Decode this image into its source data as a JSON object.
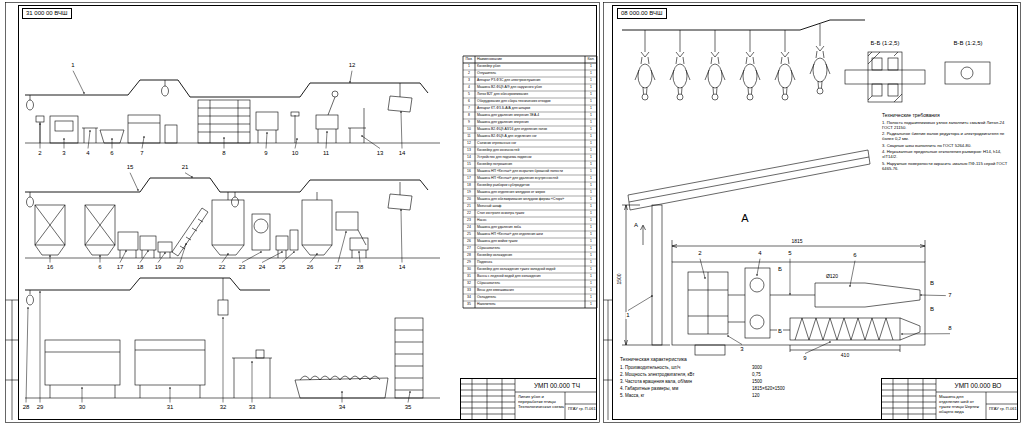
{
  "diagram": {
    "nodes": [
      {
        "text": [
          "31 000 00 ВЧШ"
        ]
      },
      {
        "text": [
          "УМП 00.000 ТЧ",
          "Линия убоя и переработки птицы Технологическая схема",
          "ПГАУ гр. П-061"
        ]
      },
      {
        "text": [
          "08 000.00 ВЧШ"
        ]
      },
      {
        "text": [
          "УМП 00.000 ВО",
          "Машина для отделения шей от тушек птицы Чертеж общего вида",
          "ПГАУ гр. П-061"
        ]
      }
    ],
    "labels": [
      "1",
      "12",
      "2",
      "3",
      "4",
      "6",
      "7",
      "8",
      "9",
      "10",
      "11",
      "13",
      "14",
      "15",
      "21",
      "16",
      "6",
      "17",
      "18",
      "19",
      "20",
      "22",
      "23",
      "24",
      "25",
      "26",
      "27",
      "28",
      "14",
      "28",
      "29",
      "30",
      "31",
      "32",
      "33",
      "34",
      "35",
      "Поз.",
      "Наименование",
      "Кол.",
      "1",
      "Конвейер убоя",
      "1",
      "2",
      "Оглушитель",
      "1",
      "3",
      "Аппарат РЗ-ФЗС для электрооглушения",
      "1",
      "4",
      "Машина В2-ФЦ9-А/9 для наружного убоя",
      "1",
      "5",
      "Лоток В2Г для обескровливания",
      "1",
      "6",
      "Оборудование для сбора технических отходов",
      "1",
      "7",
      "Аппарат КТ-ФЗ-Б-А/А для шпарки",
      "1",
      "8",
      "Машина для удаления оперения ЗЕА-4",
      "1",
      "9",
      "Машина для удаления оперения",
      "1",
      "10",
      "Машина В2-ФЦ9-А3/16 для отделения голов",
      "1",
      "11",
      "Машина В2-ФЦ9-А для отделения ног",
      "1",
      "12",
      "Съемник отрезанных ног",
      "1",
      "13",
      "Конвейер для конечностей",
      "1",
      "14",
      "Устройство для подъема подвесок",
      "1",
      "15",
      "Конвейер потрошения",
      "1",
      "16",
      "Машина НП «Кентак» для вскрытия брюшной полости",
      "1",
      "17",
      "Машина НП «Кентак» для удаления внутренностей",
      "1",
      "18",
      "Конвейер разборки субпродуктов",
      "1",
      "19",
      "Машина для отделения желудков от жиров",
      "1",
      "20",
      "Машина для обезжиривания желудков фирмы «Сторк»",
      "1",
      "21",
      "Моечный шкаф",
      "1",
      "22",
      "Стол контроля осмотра тушек",
      "1",
      "23",
      "Насос",
      "1",
      "24",
      "Машина для удаления зоба",
      "1",
      "25",
      "Машина НП «Кентак» для отделения шеи",
      "1",
      "26",
      "Машина для мойки тушек",
      "1",
      "27",
      "Сбрасыватель",
      "1",
      "28",
      "Конвейер охлаждения",
      "1",
      "29",
      "Подвеска",
      "1",
      "30",
      "Конвейер для охлаждения тушек холодной водой",
      "1",
      "31",
      "Ванна с ледяной водой для охлаждения",
      "1",
      "32",
      "Сбрасыватель",
      "1",
      "33",
      "Весы для взвешивания",
      "1",
      "34",
      "Охладитель",
      "1",
      "35",
      "Накопитель",
      "1",
      "Б-Б (1:2,5)",
      "В-В (1:2,5)",
      "А",
      "А",
      "Б",
      "Б",
      "В",
      "В",
      "1815",
      "1500",
      "410",
      "Ø120",
      "1",
      "2",
      "3",
      "4",
      "5",
      "6",
      "7",
      "8",
      "9",
      "Технические требования",
      "1. Полость подшипниковых узлов заполнить смазкой Литол-24 ГОСТ 21150.",
      "2. Радиальное биение валов редуктора и электродвигателя не более 0,2 мм.",
      "3. Сварные швы выполнить по ГОСТ 5264-80.",
      "4. Неуказанные предельные отклонения размеров: H14, h14, ±IT14/2.",
      "5. Наружные поверхности окрасить эмалью ПФ-115 серой ГОСТ 6465-76.",
      "Техническая характеристика",
      "1. Производительность, шт/ч",
      "3000",
      "2. Мощность электродвигателя, кВт",
      "0,75",
      "3. Частота вращения вала, об/мин",
      "1500",
      "4. Габаритные размеры, мм",
      "1815×620×1500",
      "5. Масса, кг",
      "120"
    ]
  }
}
